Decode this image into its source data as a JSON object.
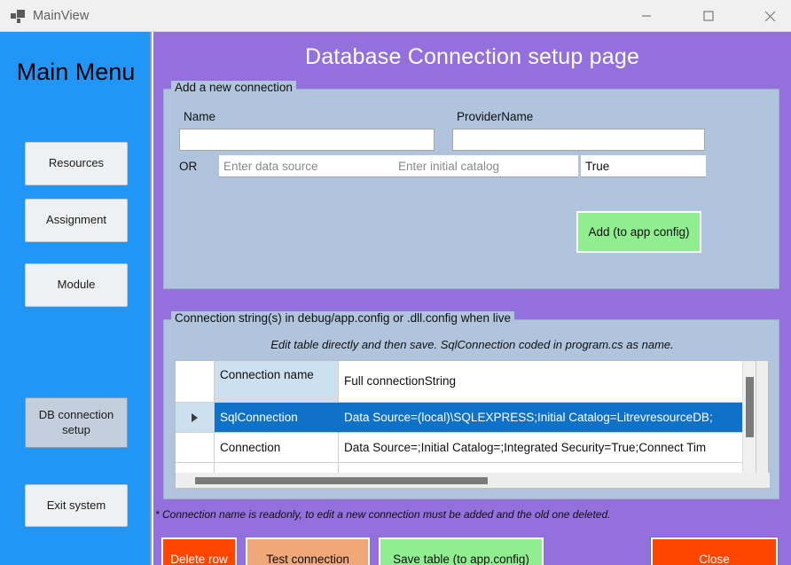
{
  "window": {
    "title": "MainView",
    "icon": "windows-forms-app-icon",
    "controls": {
      "minimize": "minimize-icon",
      "maximize": "maximize-icon",
      "close": "close-icon"
    }
  },
  "sidebar": {
    "title": "Main Menu",
    "background": "#2196f7",
    "items": [
      {
        "label": "Resources",
        "selected": false
      },
      {
        "label": "Assignment",
        "selected": false
      },
      {
        "label": "Module",
        "selected": false
      },
      {
        "label": "DB connection setup",
        "selected": true
      },
      {
        "label": "Exit system",
        "selected": false
      }
    ]
  },
  "header": {
    "title": "Database Connection setup page",
    "background": "#9370db",
    "color": "#ffffff"
  },
  "add_connection": {
    "caption": "Add a new connection",
    "name_label": "Name",
    "provider_label": "ProviderName",
    "name_value": "",
    "name_placeholder": "",
    "provider_value": "",
    "provider_placeholder": "",
    "or_label": "OR",
    "data_source_value": "",
    "data_source_placeholder": "Enter data source",
    "initial_catalog_value": "",
    "initial_catalog_placeholder": "Enter initial catalog",
    "integrated_security_value": "True",
    "add_button": "Add (to app config)",
    "add_button_color": "#90ee90"
  },
  "connection_strings": {
    "caption": "Connection string(s) in debug/app.config or .dll.config when live",
    "note": "Edit table directly and then save. SqlConnection coded in program.cs as name.",
    "footnote": "* Connection name is readonly, to edit a new connection must be added and the old one deleted.",
    "columns": [
      "",
      "Connection name",
      "Full connectionString"
    ],
    "rows": [
      {
        "marker": "▶",
        "name": "SqlConnection",
        "connection_string": "Data Source=(local)\\SQLEXPRESS;Initial Catalog=LitrevresourceDB;",
        "selected": true
      },
      {
        "marker": "",
        "name": "Connection",
        "connection_string": "Data Source=;Initial Catalog=;Integrated Security=True;Connect Tim",
        "selected": false
      }
    ],
    "selection_color": "#0f72c8",
    "header_color": "#cce0f0"
  },
  "bottom_buttons": [
    {
      "label": "Delete row",
      "color": "#ff4500"
    },
    {
      "label": "Test connection",
      "color": "#f0a878"
    },
    {
      "label": "Save table (to app.config)",
      "color": "#90ee90"
    },
    {
      "label": "Close",
      "color": "#ff4500"
    }
  ]
}
